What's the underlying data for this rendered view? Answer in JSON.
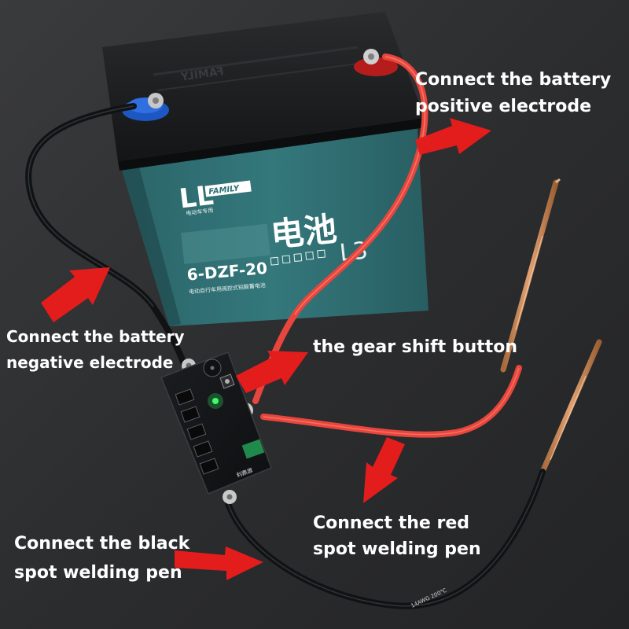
{
  "colors": {
    "background": "#2b2c2e",
    "battery_body": "#2f6f73",
    "battery_lid": "#1b1c1e",
    "red_cable": "#e8463c",
    "black_cable": "#111316",
    "arrow": "#e31c1c",
    "copper": "#c98a55"
  },
  "battery": {
    "brand_top": "LL",
    "brand_family": "FAMILY",
    "brand_sub": "电动车专用",
    "title_cn": "电池",
    "model": "6-DZF-20",
    "size_code": "L3",
    "sub_line": "电动自行车用阀控式铅酸蓄电池"
  },
  "labels": {
    "positive_line1": "Connect the battery",
    "positive_line2": "positive electrode",
    "negative_line1": "Connect the battery",
    "negative_line2": "negative electrode",
    "gear_button": "the gear shift button",
    "red_pen_line1": "Connect the red",
    "red_pen_line2": "spot welding pen",
    "black_pen_line1": "Connect the black",
    "black_pen_line2": "spot welding pen"
  },
  "board": {
    "marking": "利鼎源"
  },
  "cable_print": {
    "black_pen": "14AWG 200℃"
  }
}
